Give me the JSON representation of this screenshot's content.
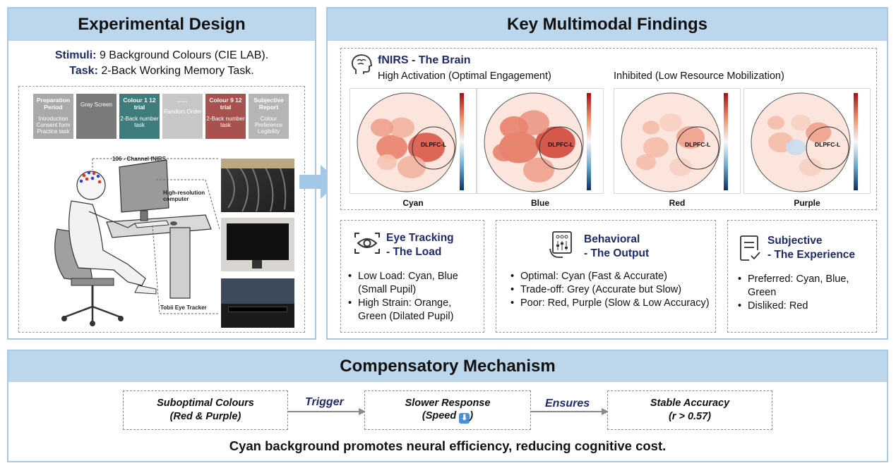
{
  "left": {
    "title": "Experimental Design",
    "stimuli_label": "Stimuli:",
    "stimuli_text": " 9 Background Colours (CIE LAB).",
    "task_label": "Task:",
    "task_text": " 2-Back Working Memory Task.",
    "steps": [
      {
        "title": "Preparation Period",
        "desc": "Introduction Consent form Practice task",
        "color": "#a9a9a9"
      },
      {
        "title": "",
        "desc": "Gray Screen",
        "color": "#7a7a7a"
      },
      {
        "title": "Colour 1 12 trial",
        "desc": "2-Back number task",
        "color": "#3e7d7b"
      },
      {
        "title": "......",
        "desc": "Random Order",
        "color": "#c7c7c7"
      },
      {
        "title": "Colour 9 12 trial",
        "desc": "2-Back number task",
        "color": "#a8524f"
      },
      {
        "title": "Subjective Report",
        "desc": "Colour Preference Legibility",
        "color": "#b5b5b5"
      }
    ],
    "labels": {
      "fnirs": "106 - Channel  fNIRS",
      "computer": "High-resolution computer",
      "tracker": "Tobii Eye Tracker"
    }
  },
  "right": {
    "title": "Key Multimodal Findings",
    "fnirs_title": "fNIRS - The Brain",
    "high_label": "High Activation (Optimal Engagement)",
    "low_label": "Inhibited (Low Resource Mobilization)",
    "region_label": "DLPFC-L",
    "brains": [
      "Cyan",
      "Blue",
      "Red",
      "Purple"
    ],
    "eye": {
      "title1": "Eye Tracking",
      "title2": "- The Load",
      "bullets": [
        "Low Load: Cyan, Blue (Small Pupil)",
        "High Strain: Orange, Green (Dilated Pupil)"
      ]
    },
    "behavioral": {
      "title1": "Behavioral",
      "title2": "- The Output",
      "bullets": [
        "Optimal: Cyan (Fast & Accurate)",
        "Trade-off: Grey (Accurate but Slow)",
        "Poor: Red, Purple (Slow & Low Accuracy)"
      ]
    },
    "subjective": {
      "title1": "Subjective",
      "title2": "- The Experience",
      "bullets": [
        "Preferred: Cyan, Blue, Green",
        "Disliked: Red"
      ]
    }
  },
  "bottom": {
    "title": "Compensatory Mechanism",
    "box1_line1": "Suboptimal Colours",
    "box1_line2": "(Red & Purple)",
    "trigger": "Trigger",
    "box2_line1": "Slower Response",
    "box2_line2": "(Speed",
    "box2_close": ")",
    "ensures": "Ensures",
    "box3_line1": "Stable Accuracy",
    "box3_line2": "(r > 0.57)",
    "conclusion": "Cyan background promotes neural efficiency, reducing cognitive cost."
  },
  "colors": {
    "header_bg": "#bcd6ec",
    "border": "#a9c8e3",
    "navy": "#1f2a6b",
    "arrow": "#a3c8e6"
  }
}
